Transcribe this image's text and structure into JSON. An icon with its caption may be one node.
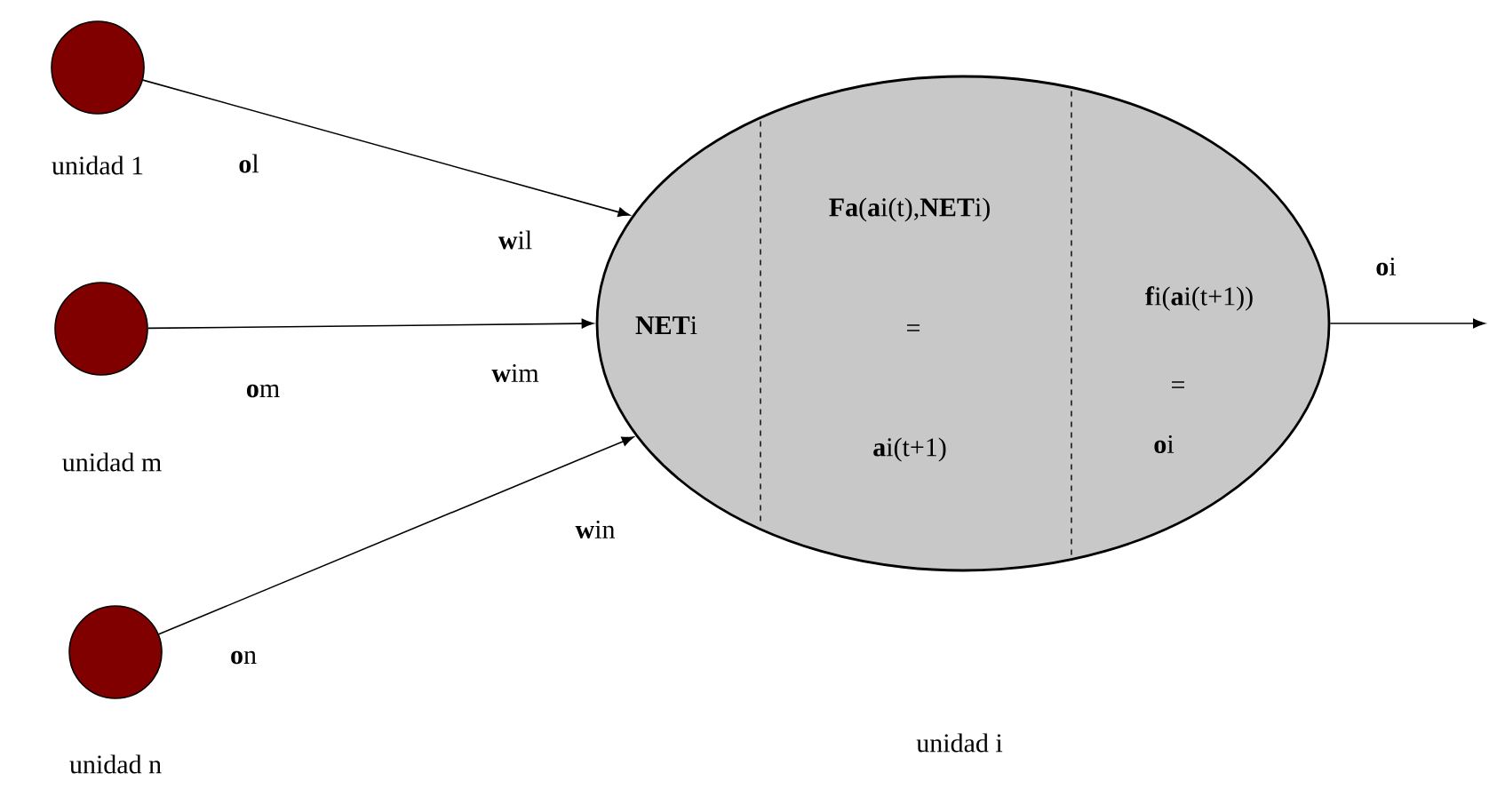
{
  "diagram": {
    "nodes": [
      {
        "text": [],
        "shape": "circle",
        "beside": [
          "unidad 1"
        ]
      },
      {
        "text": [],
        "shape": "circle",
        "beside": [
          "unidad m"
        ]
      },
      {
        "text": [],
        "shape": "circle",
        "beside": [
          "unidad n"
        ]
      },
      {
        "text": [
          "**NET**i",
          "**Fa**(**a**i(t),**NET**i)",
          "=",
          "**a**i(t+1)",
          "**f**i(**a**i(t+1))",
          "=",
          "**o**i"
        ]
      }
    ],
    "edges": [
      {
        "from": 0,
        "to": 3,
        "arrow": "to",
        "label": "**o**l"
      },
      {
        "from": 1,
        "to": 3,
        "arrow": "to",
        "label": "**o**m"
      },
      {
        "from": 2,
        "to": 3,
        "arrow": "to",
        "label": "**o**n"
      },
      {
        "from": 3,
        "to": null,
        "arrow": "to",
        "label": "**o**i"
      }
    ],
    "labels": [
      "**w**il",
      "**w**im",
      "**w**in",
      "unidad i"
    ]
  }
}
